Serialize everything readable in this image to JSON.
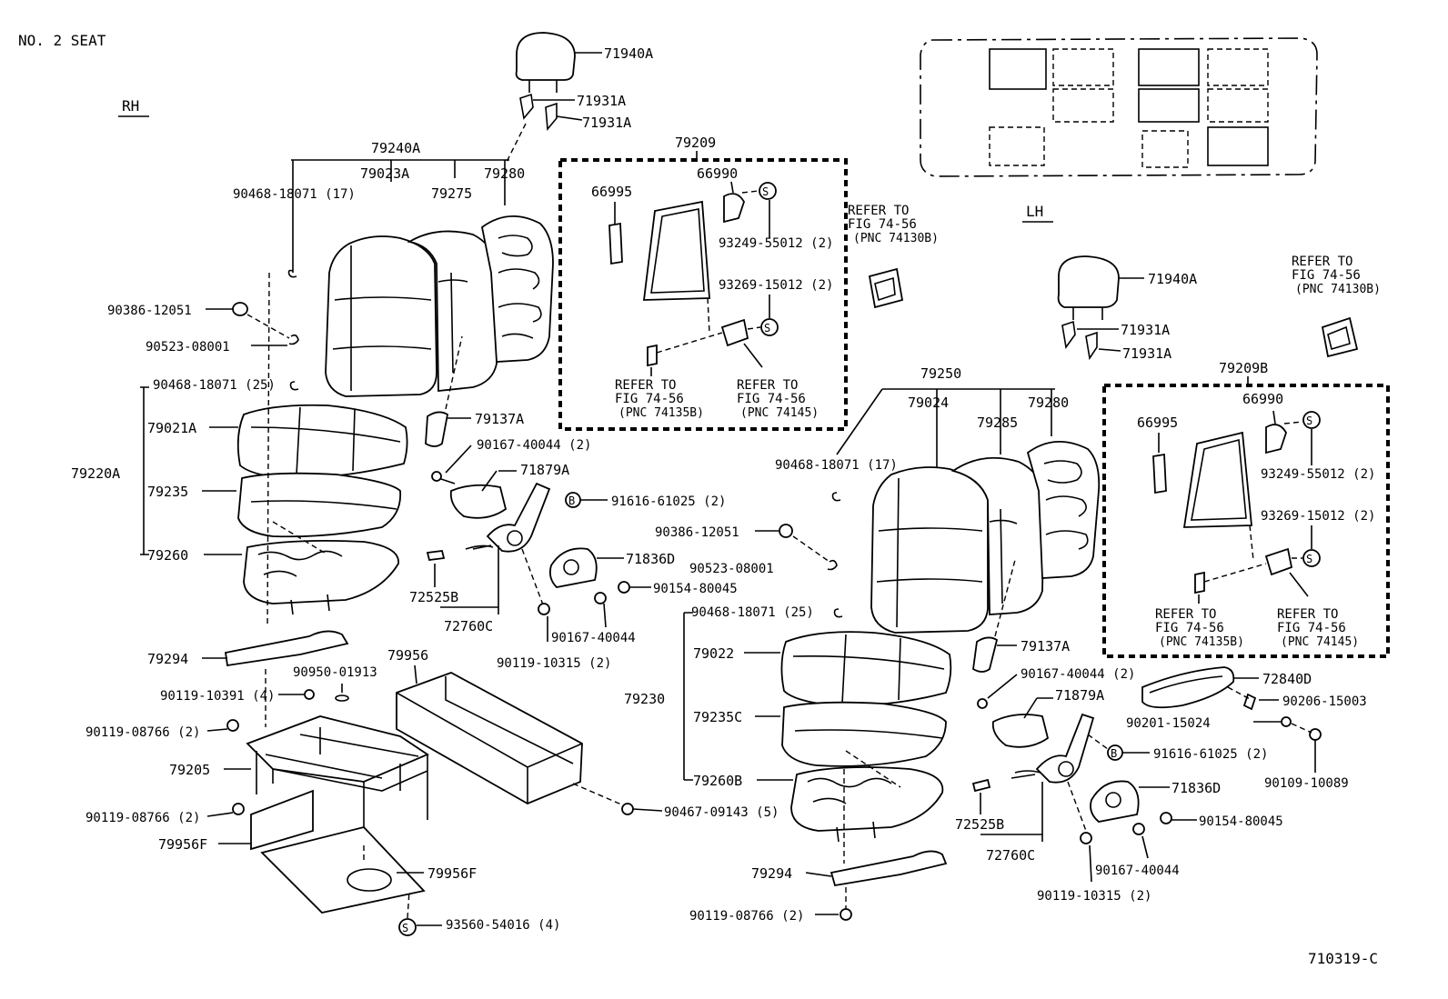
{
  "title": "NO. 2  SEAT",
  "side_labels": {
    "rh": "RH",
    "lh": "LH"
  },
  "figure_number": "710319-C",
  "rh": {
    "headrest": "71940A",
    "guide_1": "71931A",
    "guide_2": "71931A",
    "back_assy": "79240A",
    "back_cover": "79023A",
    "back_pad": "79275",
    "back_frame": "79280",
    "hog_ring": "90468-18071 (17)",
    "bolt_a": "90386-12051",
    "clip_a": "90523-08001",
    "hog_ring_25": "90468-18071 (25)",
    "cushion_assy": "79220A",
    "cushion_cover": "79021A",
    "cushion_pad": "79235",
    "cushion_frame": "79260",
    "leg": "79294",
    "bolt_legs": "90119-10391 (4)",
    "bolt_2a": "90119-08766 (2)",
    "bolt_2b": "90119-08766 (2)",
    "riser": "79205",
    "plug": "90950-01913",
    "tray": "79956",
    "cover_f1": "79956F",
    "cover_f2": "79956F",
    "screw_s": "93560-54016 (4)",
    "screw_side": "90467-09143 (5)",
    "hinge_cover": "79137A",
    "bolt_hinge": "90167-40044 (2)",
    "recliner_cover": "71879A",
    "bolt_b": "91616-61025 (2)",
    "knob": "71836D",
    "bolt_knob": "90154-80045",
    "bolt_knob2": "90167-40044",
    "bolt_rec": "90119-10315 (2)",
    "handle": "72525B",
    "cable": "72760C"
  },
  "center_box": {
    "assy": "79209",
    "bracket": "66990",
    "pad": "66995",
    "screw_top": "93249-55012 (2)",
    "screw_low": "93269-15012 (2)",
    "refer_left": [
      "REFER TO",
      "FIG 74-56",
      "(PNC 74135B)"
    ],
    "refer_right": [
      "REFER TO",
      "FIG 74-56",
      "(PNC 74145)"
    ],
    "refer_out": [
      "REFER TO",
      "FIG 74-56",
      "(PNC 74130B)"
    ]
  },
  "lh": {
    "headrest": "71940A",
    "guide_1": "71931A",
    "guide_2": "71931A",
    "back_assy": "79250",
    "back_cover": "79024",
    "back_pad": "79285",
    "back_frame": "79280",
    "hog_ring": "90468-18071 (17)",
    "bolt_a": "90386-12051",
    "clip_a": "90523-08001",
    "hog_ring_25": "90468-18071 (25)",
    "cushion_assy": "79230",
    "cushion_cover": "79022",
    "cushion_pad": "79235C",
    "cushion_frame": "79260B",
    "leg": "79294",
    "bolt_leg": "90119-08766 (2)",
    "hinge_cover": "79137A",
    "bolt_hinge": "90167-40044 (2)",
    "recliner_cover": "71879A",
    "bolt_b": "91616-61025 (2)",
    "knob": "71836D",
    "bolt_knob": "90154-80045",
    "bolt_knob2": "90167-40044",
    "bolt_rec": "90119-10315 (2)",
    "handle": "72525B",
    "cable": "72760C",
    "armrest": "72840D",
    "arm_bolt1": "90206-15003",
    "arm_washer": "90201-15024",
    "arm_bolt2": "90109-10089"
  },
  "lh_box": {
    "assy": "79209B",
    "bracket": "66990",
    "pad": "66995",
    "screw_top": "93249-55012 (2)",
    "screw_low": "93269-15012 (2)",
    "refer_left": [
      "REFER TO",
      "FIG 74-56",
      "(PNC 74135B)"
    ],
    "refer_right": [
      "REFER TO",
      "FIG 74-56",
      "(PNC 74145)"
    ],
    "refer_out": [
      "REFER TO",
      "FIG 74-56",
      "(PNC 74130B)"
    ]
  },
  "symbols": {
    "s": "S",
    "b": "B"
  }
}
